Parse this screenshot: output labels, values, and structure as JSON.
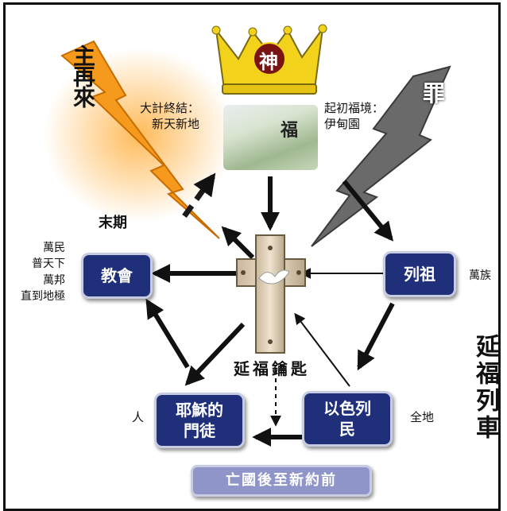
{
  "diagram": {
    "crown_label": "神",
    "image_label": "福",
    "left_bolt_label": "主再來",
    "right_bolt_label": "罪",
    "left_caption": "大計終結：\n新天新地",
    "right_caption": "起初福境：\n伊甸園",
    "end_time_label": "末期",
    "center_label": "延福鑰匙",
    "right_vertical_title": "延福列車",
    "nodes": {
      "church": "教會",
      "patriarchs": "列祖",
      "disciples": "耶穌的\n門徒",
      "israel": "以色列\n民",
      "bottom": "亡國後至新約前"
    },
    "side_labels": {
      "church_left": "萬民\n普天下\n萬邦\n直到地極",
      "patriarchs_right": "萬族",
      "disciples_left": "人",
      "israel_right": "全地"
    },
    "colors": {
      "node_fill": "#1f2f7a",
      "bottom_fill": "#8f95c9",
      "left_bolt": "#f59a1c",
      "right_bolt": "#666666",
      "crown": "#f2d21b"
    }
  }
}
